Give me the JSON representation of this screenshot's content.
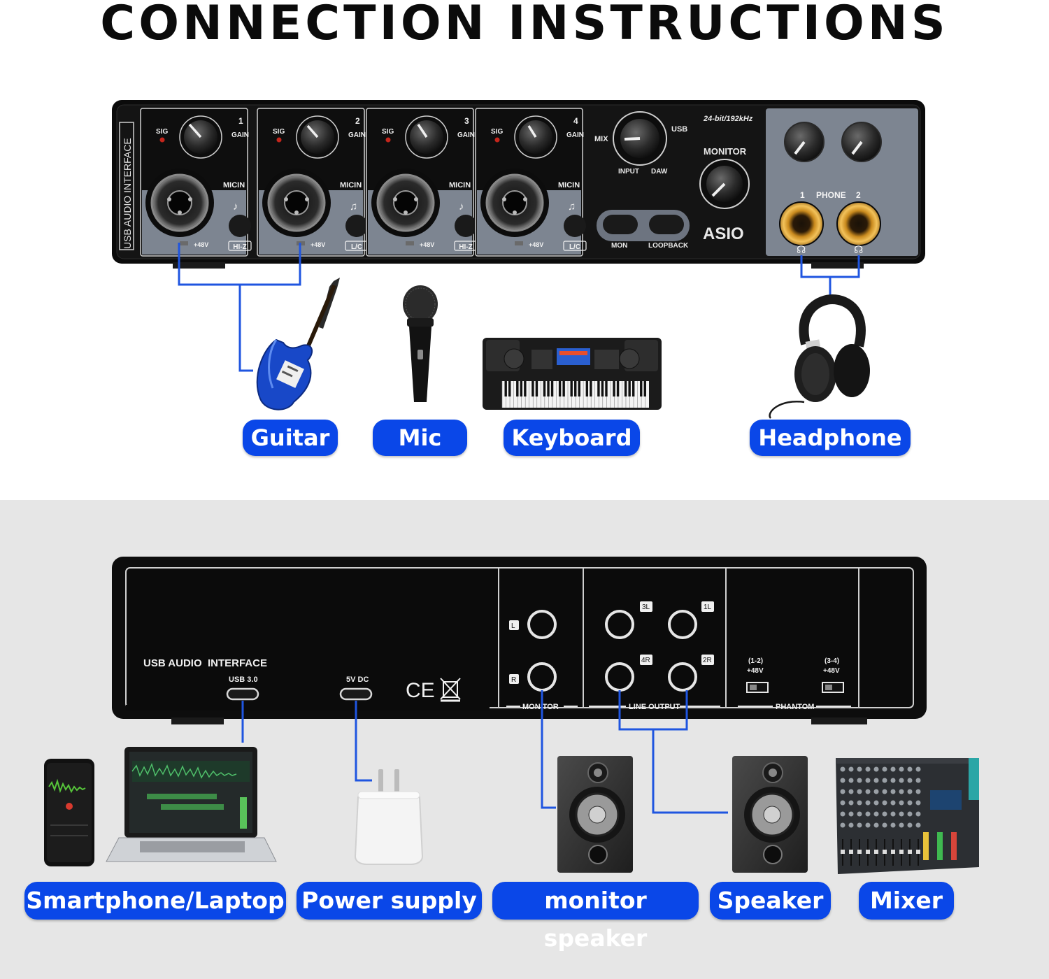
{
  "title": "CONNECTION INSTRUCTIONS",
  "front_panel": {
    "side_label": "USB AUDIO INTERFACE",
    "channels": [
      {
        "num": "1",
        "gain": "GAIN",
        "sig": "SIG",
        "micin": "MICIN",
        "phantom": "+48V",
        "mode": "HI-Z",
        "icon": "guitar-icon"
      },
      {
        "num": "2",
        "gain": "GAIN",
        "sig": "SIG",
        "micin": "MICIN",
        "phantom": "+48V",
        "mode": "L/C",
        "icon": "mic-icon"
      },
      {
        "num": "3",
        "gain": "GAIN",
        "sig": "SIG",
        "micin": "MICIN",
        "phantom": "+48V",
        "mode": "HI-Z",
        "icon": "guitar-icon"
      },
      {
        "num": "4",
        "gain": "GAIN",
        "sig": "SIG",
        "micin": "MICIN",
        "phantom": "+48V",
        "mode": "L/C",
        "icon": "mic-icon"
      }
    ],
    "mix": "MIX",
    "usb": "USB",
    "input": "INPUT",
    "daw": "DAW",
    "spec": "24-bit/192kHz",
    "monitor": "MONITOR",
    "asio": "ASIO",
    "mon": "MON",
    "loopback": "LOOPBACK",
    "phone": "PHONE",
    "phone_1": "1",
    "phone_2": "2"
  },
  "top_devices": [
    {
      "label": "Guitar",
      "icon": "guitar-icon"
    },
    {
      "label": "Mic",
      "icon": "microphone-icon"
    },
    {
      "label": "Keyboard",
      "icon": "keyboard-icon"
    },
    {
      "label": "Headphone",
      "icon": "headphone-icon"
    }
  ],
  "back_panel": {
    "brand": "USB AUDIO  INTERFACE",
    "usb": "USB 3.0",
    "dc": "5V DC",
    "ce": "CE",
    "monitor": "MONITOR",
    "l": "L",
    "r": "R",
    "line_output": "LINE OUTPUT",
    "out_3l": "3L",
    "out_1l": "1L",
    "out_4r": "4R",
    "out_2r": "2R",
    "phantom": "PHANTOM",
    "ph_12": "(1-2)",
    "ph_34": "(3-4)",
    "ph_48a": "+48V",
    "ph_48b": "+48V"
  },
  "bottom_devices": [
    {
      "label": "Smartphone/Laptop",
      "icon": "laptop-icon"
    },
    {
      "label": "Power supply",
      "icon": "power-adapter-icon"
    },
    {
      "label": "monitor speaker",
      "icon": "speaker-icon"
    },
    {
      "label": "Speaker",
      "icon": "speaker-icon"
    },
    {
      "label": "Mixer",
      "icon": "mixer-icon"
    }
  ],
  "colors": {
    "accent": "#0a47e8",
    "line": "#1f55e0",
    "panel": "#101010",
    "panel_gray": "#7d8591"
  }
}
